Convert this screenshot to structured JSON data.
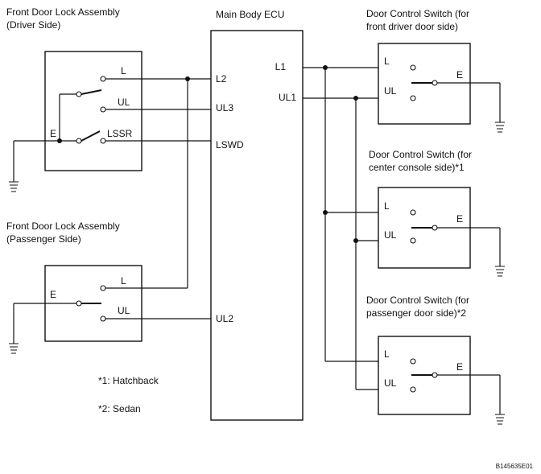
{
  "ecu": {
    "title": "Main Body ECU",
    "pins": {
      "l2": "L2",
      "ul3": "UL3",
      "lswd": "LSWD",
      "ul2": "UL2",
      "l1": "L1",
      "ul1": "UL1"
    }
  },
  "driver_lock": {
    "title_line1": "Front Door Lock Assembly",
    "title_line2": "(Driver Side)",
    "labels": {
      "l": "L",
      "ul": "UL",
      "lssr": "LSSR",
      "e": "E"
    }
  },
  "passenger_lock": {
    "title_line1": "Front Door Lock Assembly",
    "title_line2": "(Passenger Side)",
    "labels": {
      "l": "L",
      "ul": "UL",
      "e": "E"
    }
  },
  "switch_front": {
    "title_line1": "Door Control Switch (for",
    "title_line2": "front driver door side)",
    "labels": {
      "l": "L",
      "ul": "UL",
      "e": "E"
    }
  },
  "switch_console": {
    "title_line1": "Door Control Switch (for",
    "title_line2": "center console side)*1",
    "labels": {
      "l": "L",
      "ul": "UL",
      "e": "E"
    }
  },
  "switch_passenger": {
    "title_line1": "Door Control Switch (for",
    "title_line2": "passenger door side)*2",
    "labels": {
      "l": "L",
      "ul": "UL",
      "e": "E"
    }
  },
  "notes": {
    "note1": "*1: Hatchback",
    "note2": "*2: Sedan"
  },
  "figure_id": "B145635E01"
}
